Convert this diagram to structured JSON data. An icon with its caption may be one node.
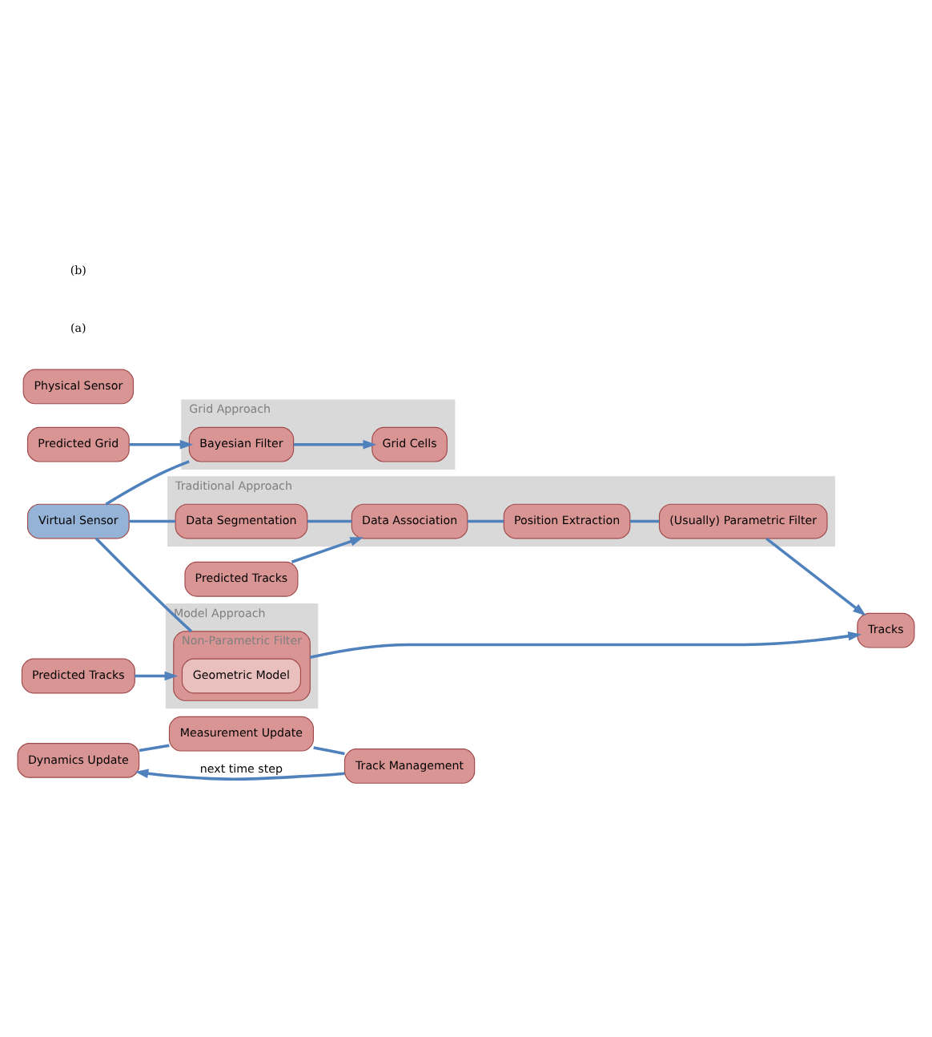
{
  "diagram": {
    "nodes": [
      {
        "text": [
          "Dynamics Update"
        ]
      },
      {
        "text": [
          "Measurement Update"
        ]
      },
      {
        "text": [
          "Track Management"
        ]
      },
      {
        "text": [
          "Traditional Approach"
        ]
      },
      {
        "text": [
          "Physical Sensor"
        ]
      },
      {
        "text": [
          "Virtual Sensor"
        ]
      },
      {
        "text": [
          "Data Segmentation"
        ],
        "in": 3
      },
      {
        "text": [
          "Data Association"
        ],
        "in": 3
      },
      {
        "text": [
          "Position Extraction"
        ],
        "in": 3
      },
      {
        "text": [
          "(Usually) Parametric Filter"
        ],
        "in": 3
      },
      {
        "text": [
          "Tracks"
        ]
      },
      {
        "text": [
          "Predicted Tracks"
        ]
      },
      {
        "text": [
          "Model Approach"
        ]
      },
      {
        "text": [
          "Non-Parametric Filter"
        ],
        "in": 12
      },
      {
        "text": [
          "Geometric Model"
        ],
        "in": 13
      },
      {
        "text": [
          "Predicted Tracks"
        ]
      },
      {
        "text": [
          "Grid Approach"
        ]
      },
      {
        "text": [
          "Bayesian Filter"
        ],
        "in": 16
      },
      {
        "text": [
          "Grid Cells"
        ],
        "in": 16
      },
      {
        "text": [
          "Predicted Grid"
        ]
      }
    ],
    "edges": [
      {
        "from": 0,
        "to": 1,
        "arrow": "none"
      },
      {
        "from": 1,
        "to": 2,
        "arrow": "none"
      },
      {
        "from": 2,
        "to": 0,
        "arrow": "to",
        "label": "next time step"
      },
      {
        "from": 5,
        "to": 6,
        "arrow": "none"
      },
      {
        "from": 6,
        "to": 7,
        "arrow": "none"
      },
      {
        "from": 7,
        "to": 8,
        "arrow": "none"
      },
      {
        "from": 8,
        "to": 9,
        "arrow": "none"
      },
      {
        "from": 9,
        "to": 10,
        "arrow": "to"
      },
      {
        "from": 11,
        "to": 7,
        "arrow": "to"
      },
      {
        "from": 5,
        "to": 13,
        "arrow": "none"
      },
      {
        "from": 13,
        "to": 10,
        "arrow": "to"
      },
      {
        "from": 15,
        "to": 13,
        "arrow": "to"
      },
      {
        "from": 5,
        "to": 17,
        "arrow": "none"
      },
      {
        "from": 17,
        "to": 18,
        "arrow": "to"
      },
      {
        "from": 19,
        "to": 17,
        "arrow": "to"
      }
    ],
    "labels": [
      "(a)",
      "(b)"
    ]
  }
}
